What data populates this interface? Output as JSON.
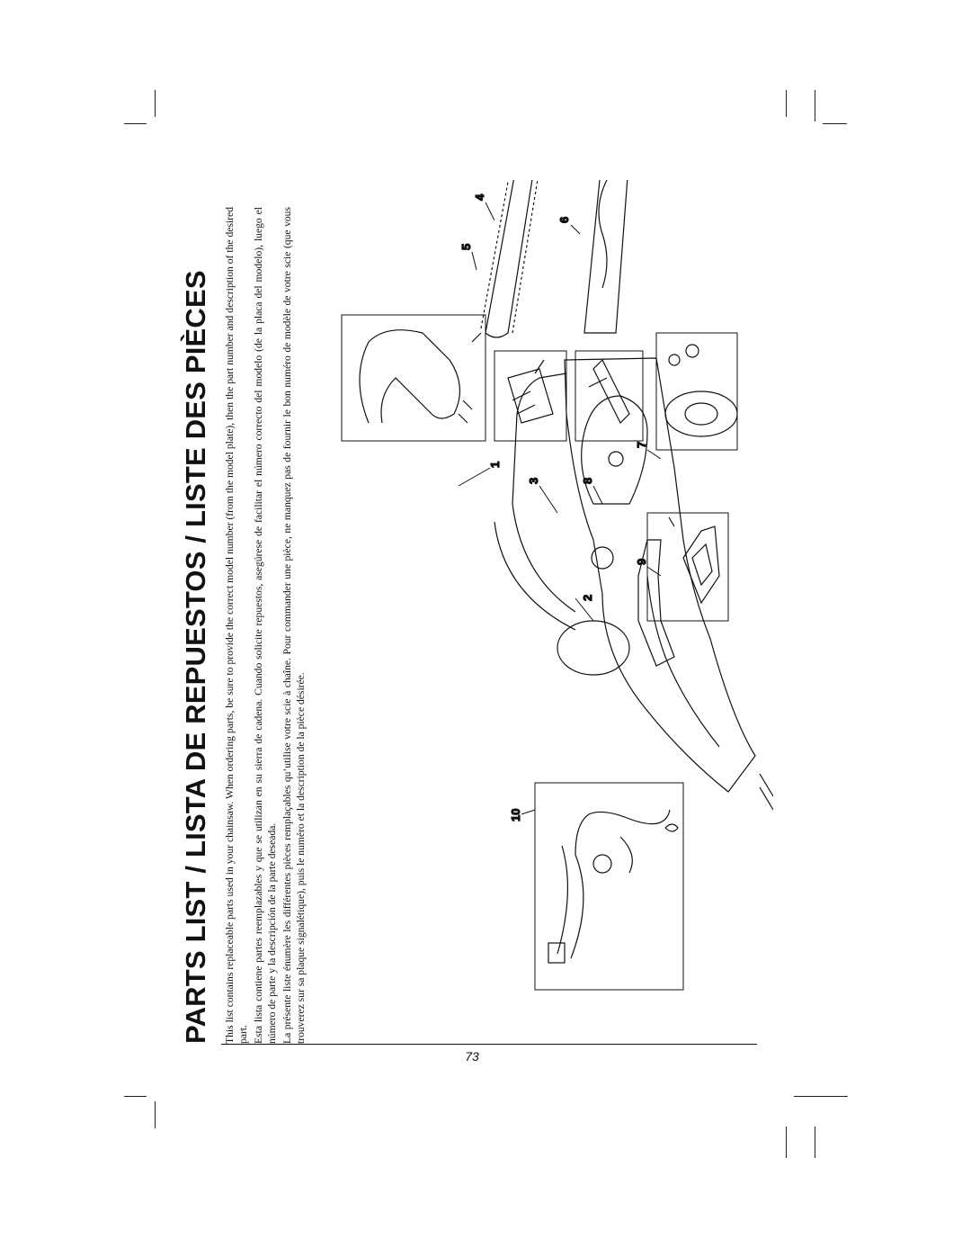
{
  "page": {
    "title": "PARTS LIST / LISTA DE REPUESTOS / LISTE DES PIÈCES",
    "paragraphs": [
      "This list contains replaceable parts used in your chainsaw. When ordering parts, be sure to provide the correct model number (from the model plate), then the part number and description of the desired part.",
      "Esta lista contiene partes reemplazables y que se utilizan en su sierra de cadena. Cuando solicite repuestos, asegúrese de facilitar el número correcto del modelo (de la placa del modelo), luego el número de parte y la descripción de la parte deseada.",
      "La présente liste énumère les différentes pièces remplaçables qu’utilise votre scie à chaîne. Pour commander une pièce, ne manquez pas de fournir le bon numéro de modèle de votre scie (que vous trouverez sur sa plaque signalétique), puis le numéro et la description de la pièce désirée."
    ],
    "page_number": "73"
  },
  "diagram": {
    "callouts": [
      "1",
      "2",
      "3",
      "4",
      "5",
      "6",
      "7",
      "8",
      "9",
      "10"
    ]
  }
}
